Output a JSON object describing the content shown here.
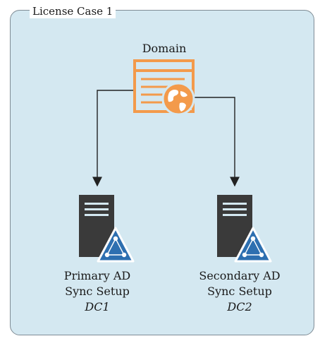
{
  "case": {
    "title": "License Case 1"
  },
  "domain": {
    "label": "Domain",
    "icon": "browser-globe-icon",
    "color": "#f39a4b"
  },
  "servers": [
    {
      "line1": "Primary AD",
      "line2": "Sync Setup",
      "id": "DC1",
      "icon": "server-icon",
      "badge": "ad-triangle-icon"
    },
    {
      "line1": "Secondary AD",
      "line2": "Sync Setup",
      "id": "DC2",
      "icon": "server-icon",
      "badge": "ad-triangle-icon"
    }
  ],
  "colors": {
    "panel": "#d4e8f1",
    "panel_border": "#7f8c95",
    "server": "#3a3a3a",
    "badge": "#2d6fb0",
    "connector": "#222222"
  }
}
